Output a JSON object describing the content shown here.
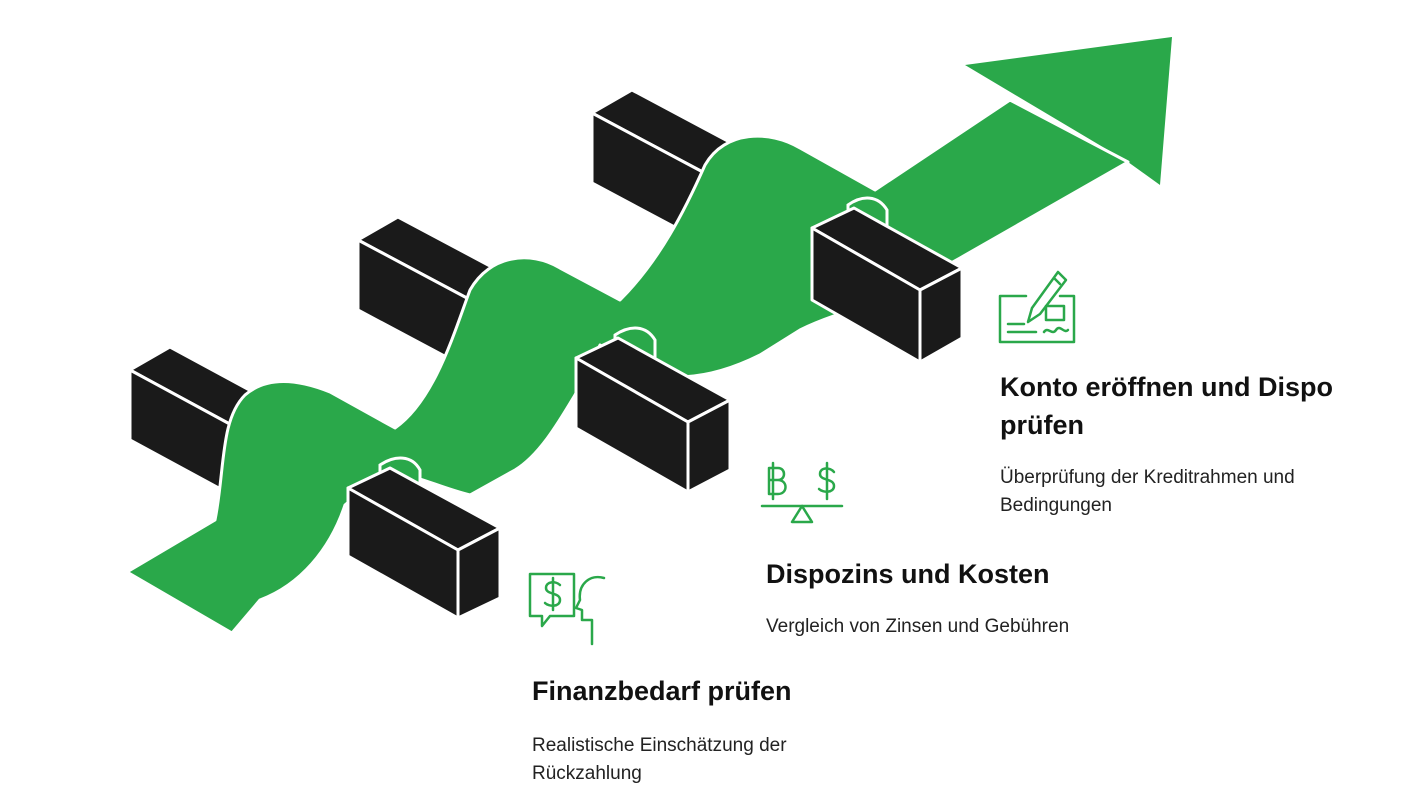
{
  "colors": {
    "accent": "#2aa84a",
    "block": "#1a1a1a",
    "text": "#111111"
  },
  "steps": [
    {
      "icon": "money-consultation-icon",
      "title": "Finanzbedarf prüfen",
      "description": [
        "Realistische Einschätzung der",
        "Rückzahlung"
      ]
    },
    {
      "icon": "currency-balance-icon",
      "title": "Dispozins und Kosten",
      "description": [
        "Vergleich von Zinsen und Gebühren"
      ]
    },
    {
      "icon": "check-signing-icon",
      "title": [
        "Konto eröffnen und Dispo",
        "prüfen"
      ],
      "description": [
        "Überprüfung der Kreditrahmen und",
        "Bedingungen"
      ]
    }
  ]
}
